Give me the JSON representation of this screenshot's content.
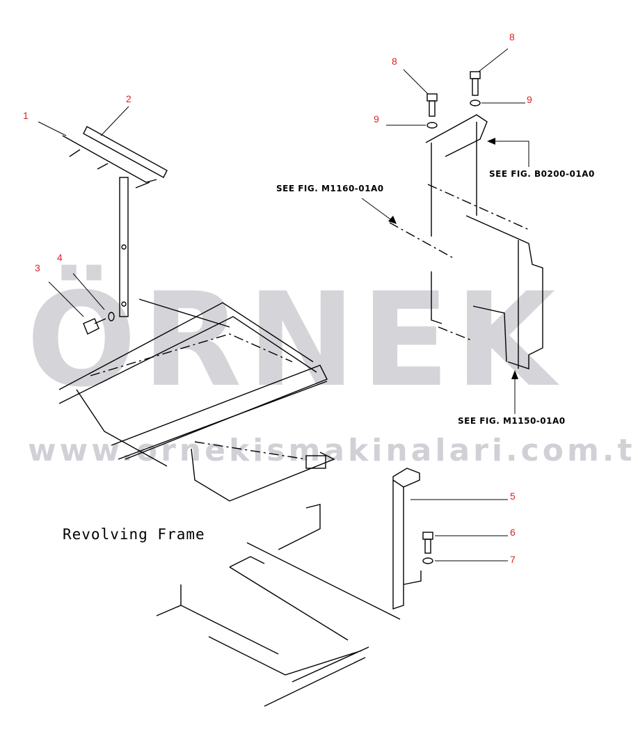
{
  "diagram": {
    "title": "Revolving Frame",
    "callouts": [
      {
        "id": "1",
        "label": "1"
      },
      {
        "id": "2",
        "label": "2"
      },
      {
        "id": "3",
        "label": "3"
      },
      {
        "id": "4",
        "label": "4"
      },
      {
        "id": "5",
        "label": "5"
      },
      {
        "id": "6",
        "label": "6"
      },
      {
        "id": "7",
        "label": "7"
      },
      {
        "id": "8a",
        "label": "8"
      },
      {
        "id": "8b",
        "label": "8"
      },
      {
        "id": "9a",
        "label": "9"
      },
      {
        "id": "9b",
        "label": "9"
      }
    ],
    "references": {
      "b0200": "SEE FIG. B0200-01A0",
      "m1160": "SEE FIG. M1160-01A0",
      "m1150": "SEE FIG. M1150-01A0"
    },
    "colors": {
      "callout": "#dd2222",
      "line": "#000000",
      "watermark": "#aaaab4"
    }
  },
  "watermark": {
    "brand": "ÖRNEK",
    "url": "www.ornekismakinalari.com.tr"
  }
}
